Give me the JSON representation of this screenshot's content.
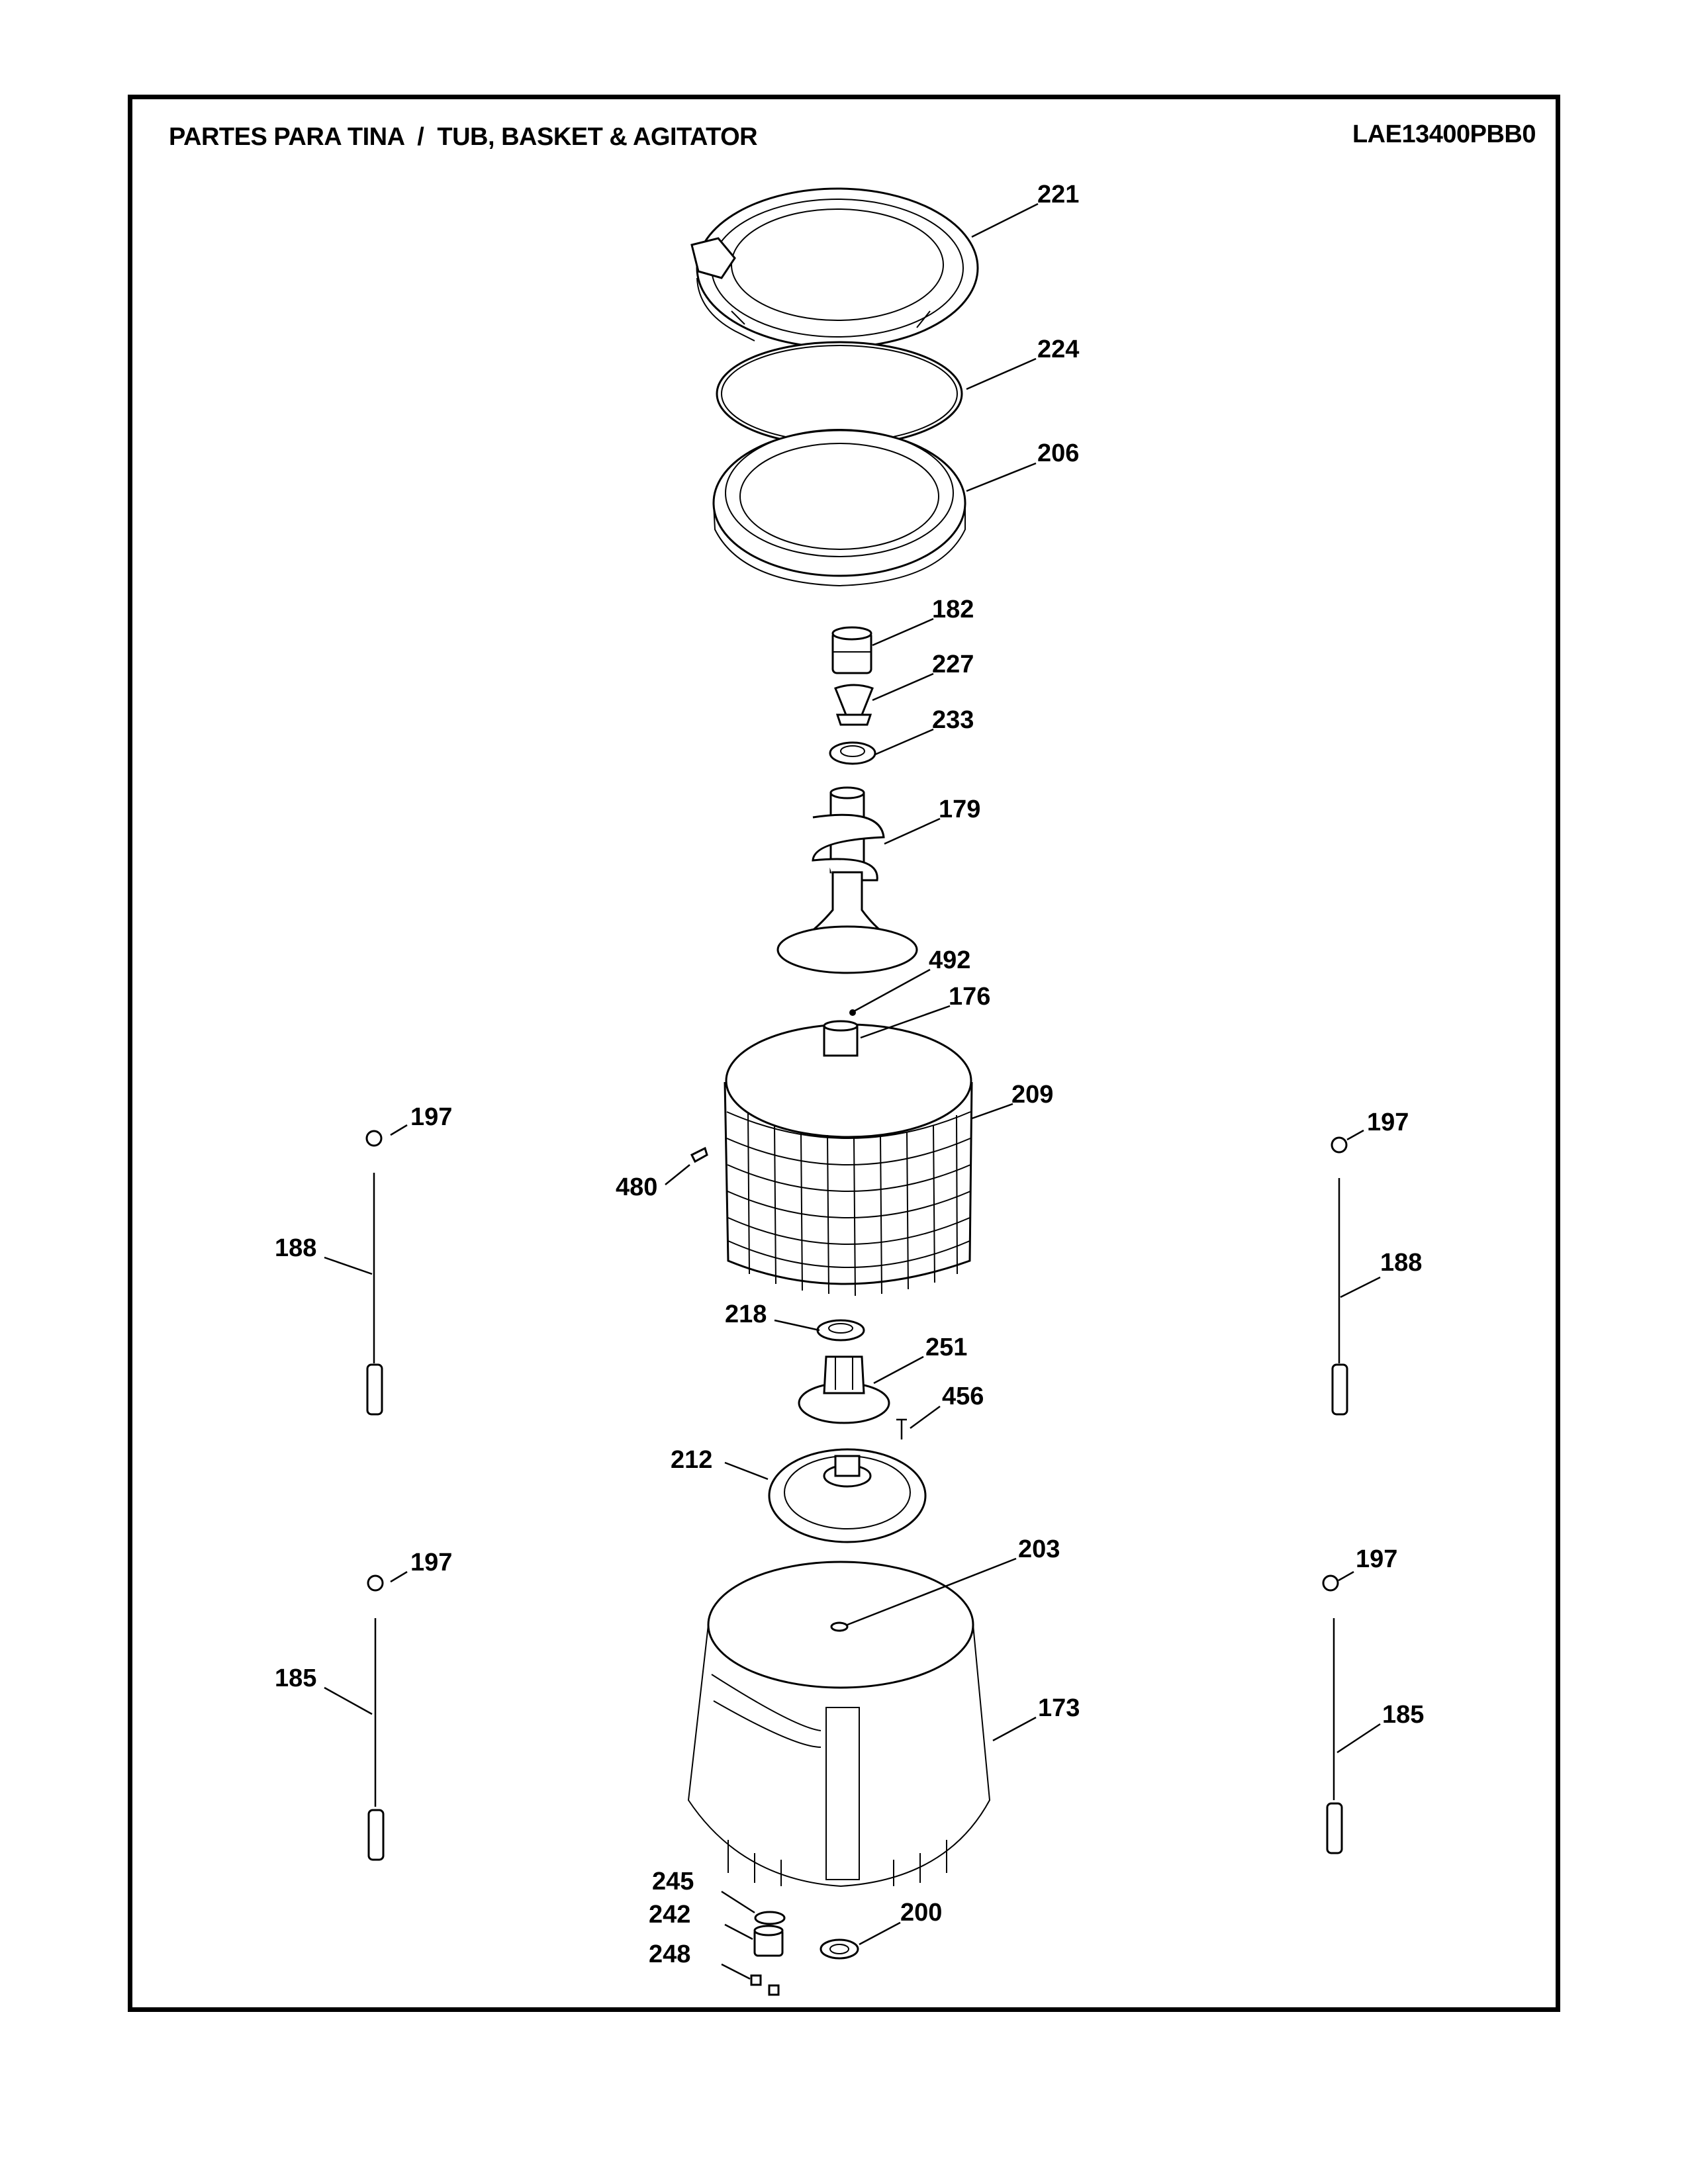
{
  "header": {
    "title": "PARTES PARA TINA  /  TUB, BASKET & AGITATOR",
    "model": "LAE13400PBB0"
  },
  "callouts": {
    "p221": "221",
    "p224": "224",
    "p206": "206",
    "p182": "182",
    "p227": "227",
    "p233": "233",
    "p179": "179",
    "p492": "492",
    "p176": "176",
    "p209": "209",
    "p197a": "197",
    "p197b": "197",
    "p197c": "197",
    "p197d": "197",
    "p480": "480",
    "p188a": "188",
    "p188b": "188",
    "p218": "218",
    "p251": "251",
    "p456": "456",
    "p212": "212",
    "p203": "203",
    "p185a": "185",
    "p185b": "185",
    "p173": "173",
    "p245": "245",
    "p242": "242",
    "p248": "248",
    "p200": "200"
  }
}
